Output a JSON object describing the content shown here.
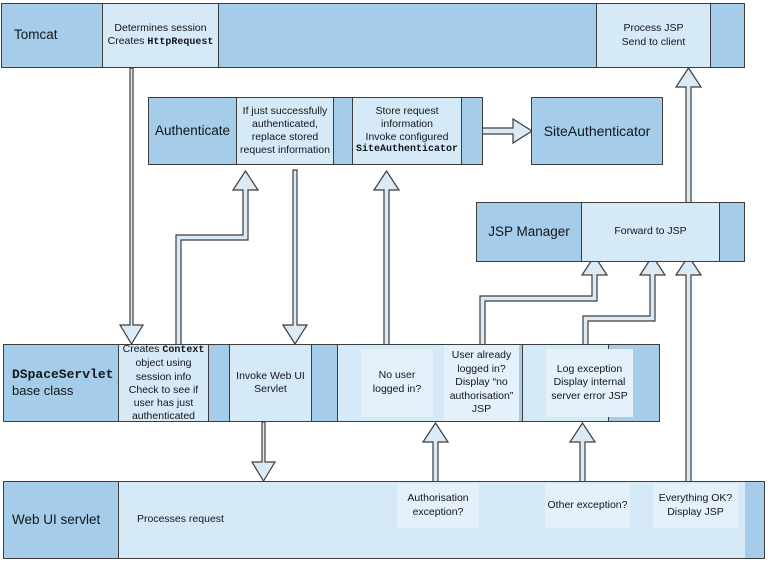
{
  "diagram": {
    "title": "DSpace Web UI request flow",
    "colors": {
      "band_fill": "#a5cce8",
      "note_fill": "#d6e9f6",
      "subnote_fill": "#e4f0fa",
      "arrow_fill": "#dceaf6",
      "stroke": "#3d3d3d",
      "page_bg": "#ffffff"
    },
    "rows": [
      {
        "id": "tomcat",
        "label": "Tomcat",
        "cells": [
          {
            "kind": "note",
            "text": "Determines session\nCreates ",
            "mono": "HttpRequest"
          },
          {
            "kind": "filler",
            "text": ""
          },
          {
            "kind": "note",
            "text": "Process JSP\nSend to client"
          },
          {
            "kind": "filler",
            "text": ""
          }
        ]
      },
      {
        "id": "authenticate",
        "label": "Authenticate",
        "cells": [
          {
            "kind": "note",
            "text": "If just successfully\nauthenticated,\nreplace stored\nrequest information"
          },
          {
            "kind": "filler",
            "text": ""
          },
          {
            "kind": "note",
            "text": "Store request information\nInvoke configured\n",
            "mono": "SiteAuthenticator"
          },
          {
            "kind": "filler",
            "text": ""
          }
        ]
      },
      {
        "id": "jsp-manager",
        "label": "JSP Manager",
        "cells": [
          {
            "kind": "note",
            "text": "Forward to JSP"
          },
          {
            "kind": "filler",
            "text": ""
          }
        ]
      },
      {
        "id": "dspace-servlet",
        "label": "DSpaceServlet",
        "label2": "base class",
        "cells": [
          {
            "kind": "note",
            "text": "Creates ",
            "mono": "Context",
            "text2": "object using\nsession info\nCheck to see if\nuser has just\nauthenticated"
          },
          {
            "kind": "filler",
            "text": ""
          },
          {
            "kind": "note",
            "text": "Invoke Web UI\nServlet"
          },
          {
            "kind": "filler",
            "text": ""
          },
          {
            "kind": "note",
            "text": ""
          },
          {
            "kind": "filler",
            "text": ""
          },
          {
            "kind": "note",
            "text": ""
          },
          {
            "kind": "filler",
            "text": ""
          }
        ]
      },
      {
        "id": "web-ui-servlet",
        "label": "Web UI servlet",
        "cells": [
          {
            "kind": "note",
            "text": "Processes request"
          },
          {
            "kind": "filler",
            "text": ""
          }
        ]
      }
    ],
    "standalone_boxes": [
      {
        "id": "site-authenticator",
        "label": "SiteAuthenticator"
      }
    ],
    "subnotes": [
      {
        "id": "no-user-logged-in",
        "text": "No user\nlogged in?"
      },
      {
        "id": "user-already-logged-in",
        "text": "User already\nlogged in?\nDisplay “no\nauthorisation”\nJSP"
      },
      {
        "id": "log-exception",
        "text": "Log exception\nDisplay internal\nserver error JSP"
      },
      {
        "id": "authorisation-exception",
        "text": "Authorisation\nexception?"
      },
      {
        "id": "other-exception",
        "text": "Other exception?"
      },
      {
        "id": "everything-ok",
        "text": "Everything OK?\nDisplay JSP"
      }
    ],
    "labels": {
      "tomcat": "Tomcat",
      "determines_session_line1": "Determines session",
      "determines_session_line2": "Creates",
      "http_request": "HttpRequest",
      "process_jsp_line1": "Process JSP",
      "process_jsp_line2": "Send to client",
      "authenticate": "Authenticate",
      "if_just_successfully": "If just successfully\nauthenticated,\nreplace stored\nrequest information",
      "store_request_l1": "Store request information",
      "store_request_l2": "Invoke configured",
      "site_authenticator_mono": "SiteAuthenticator",
      "site_authenticator": "SiteAuthenticator",
      "jsp_manager": "JSP Manager",
      "forward_to_jsp": "Forward to JSP",
      "dspace_servlet": "DSpaceServlet",
      "base_class": "base class",
      "creates_word": "Creates",
      "context_mono": "Context",
      "creates_context_rest": "object using\nsession info\nCheck to see if\nuser has just\nauthenticated",
      "invoke_web_ui_servlet": "Invoke Web UI\nServlet",
      "no_user_logged_in": "No user\nlogged in?",
      "user_already_logged_in": "User already\nlogged in?\nDisplay “no\nauthorisation”\nJSP",
      "log_exception": "Log exception\nDisplay internal\nserver error JSP",
      "web_ui_servlet": "Web UI servlet",
      "processes_request": "Processes request",
      "authorisation_exception": "Authorisation\nexception?",
      "other_exception": "Other exception?",
      "everything_ok": "Everything OK?\nDisplay JSP"
    }
  }
}
